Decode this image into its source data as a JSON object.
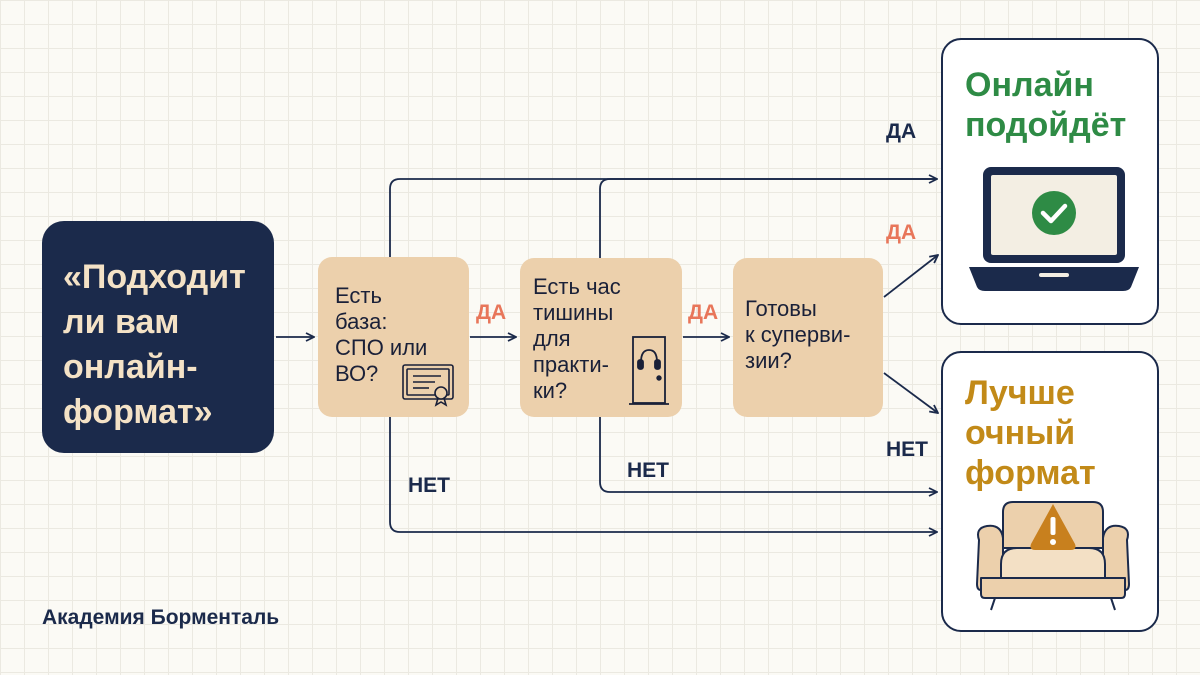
{
  "start": {
    "lines": [
      "«Подходит",
      "ли вам",
      "онлайн-",
      "формат»"
    ]
  },
  "questions": [
    {
      "lines": [
        "Есть",
        "база:",
        "СПО или",
        "ВО?"
      ],
      "icon": "certificate-icon"
    },
    {
      "lines": [
        "Есть час",
        "тишины",
        "для",
        "практи-",
        "ки?"
      ],
      "icon": "door-headphones-icon"
    },
    {
      "lines": [
        "Готовы",
        "к суперви-",
        "зии?"
      ]
    }
  ],
  "results": {
    "online": {
      "lines": [
        "Онлайн",
        "подойдёт"
      ],
      "icon": "laptop-check-icon",
      "color": "#2e8b45"
    },
    "offline": {
      "lines": [
        "Лучше",
        "очный",
        "формат"
      ],
      "icon": "armchair-warning-icon",
      "color": "#c28a18"
    }
  },
  "labels": {
    "yes_q1": "ДА",
    "yes_q2": "ДА",
    "yes_top": "ДА",
    "yes_q3": "ДА",
    "no_q1": "НЕТ",
    "no_q2": "НЕТ",
    "no_q3": "НЕТ"
  },
  "footer": "Академия Борменталь",
  "colors": {
    "navy": "#1b2a4b",
    "tan": "#ecd0ac",
    "yes_label": "#e8765a",
    "green": "#2e8b45",
    "amber": "#c28a18"
  }
}
